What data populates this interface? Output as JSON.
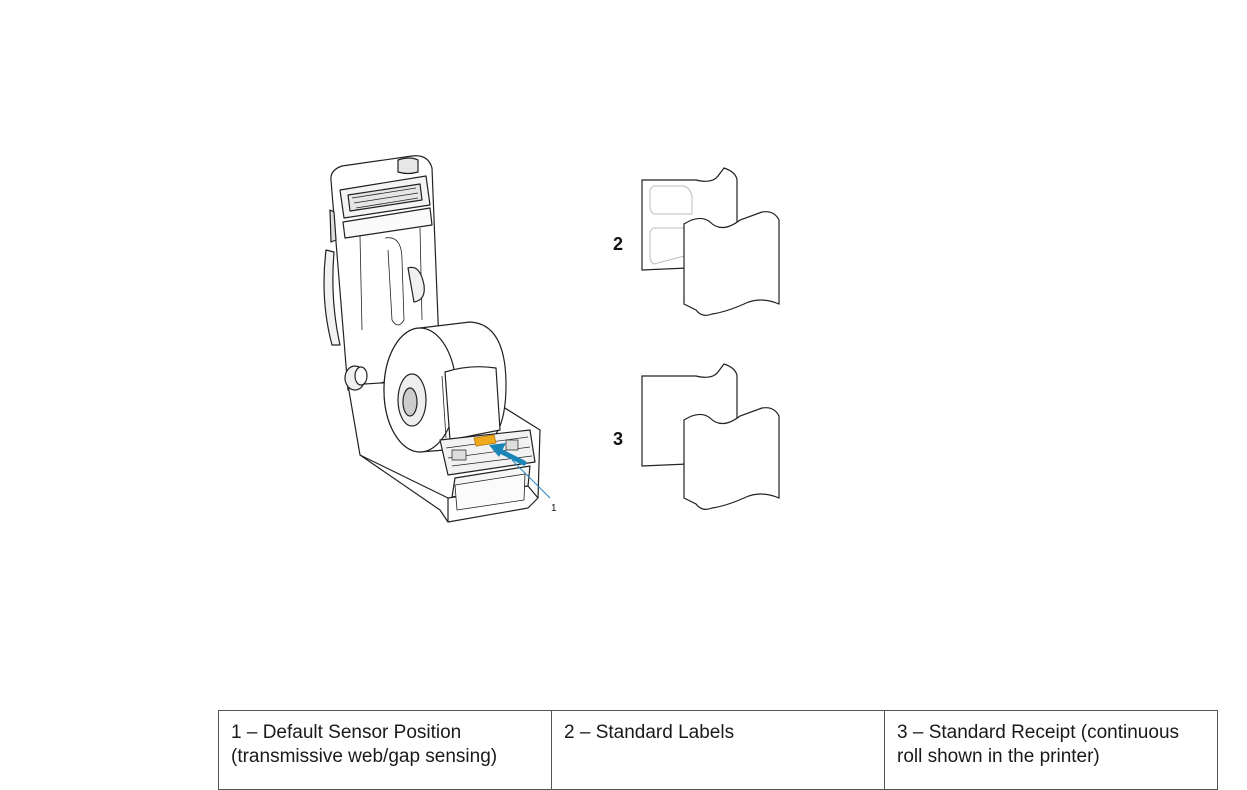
{
  "figure": {
    "callouts": {
      "sensor_number": "1",
      "labels_number": "2",
      "receipt_number": "3"
    },
    "colors": {
      "arrow": "#1a86b8",
      "sensor": "#f0a81c",
      "outline": "#222222",
      "label_gap_outline": "#bdbdbd"
    }
  },
  "legend": {
    "cells": [
      {
        "id": "1",
        "text": "1 – Default Sensor Position (transmissive web/gap sensing)"
      },
      {
        "id": "2",
        "text": "2 – Standard Labels"
      },
      {
        "id": "3",
        "text": "3 – Standard Receipt (continuous roll shown in the printer)"
      }
    ]
  }
}
